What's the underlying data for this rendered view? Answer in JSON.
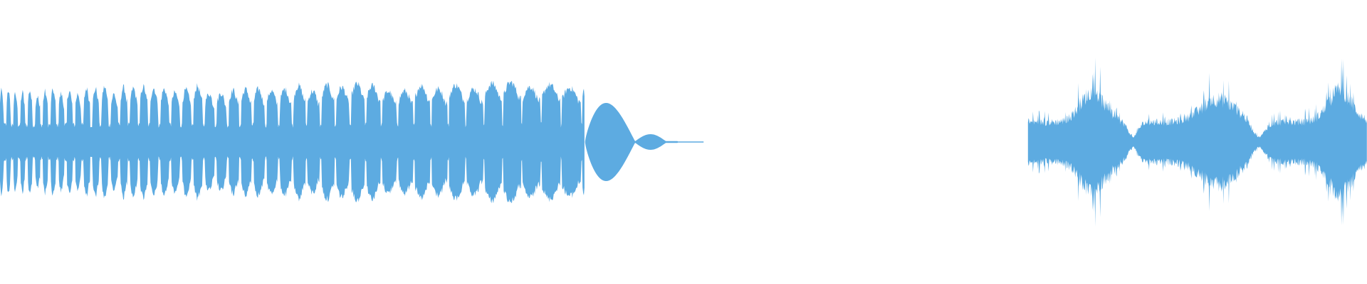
{
  "waveform": {
    "color": "#5DABE1",
    "background": "#FFFFFF",
    "segments": [
      {
        "name": "segment-1",
        "kind": "speech-train",
        "start": 0.0,
        "end": 0.428
      },
      {
        "name": "segment-2",
        "kind": "tone-tail",
        "start": 0.428,
        "end": 0.515
      },
      {
        "name": "segment-3",
        "kind": "speech-noisy",
        "start": 0.752,
        "end": 1.0
      }
    ]
  }
}
